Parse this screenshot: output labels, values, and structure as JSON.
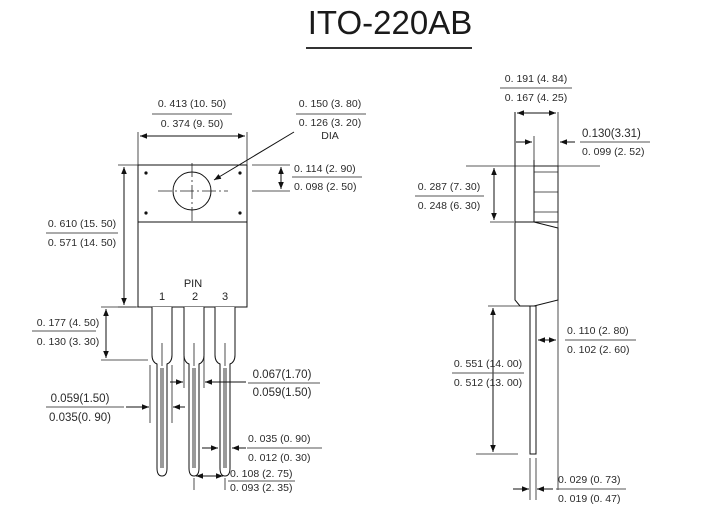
{
  "title": "ITO-220AB",
  "front_view": {
    "pin_label": "PIN",
    "pins": [
      "1",
      "2",
      "3"
    ],
    "dims": {
      "body_width": {
        "max": "0. 413 (10. 50)",
        "min": "0. 374 (9. 50)"
      },
      "hole_dia": {
        "max": "0. 150 (3. 80)",
        "min": "0. 126 (3. 20)",
        "note": "DIA"
      },
      "hole_offset": {
        "max": "0. 114 (2. 90)",
        "min": "0. 098 (2. 50)"
      },
      "body_height": {
        "max": "0. 610 (15. 50)",
        "min": "0. 571 (14. 50)"
      },
      "lead_shoulder": {
        "max": "0. 177 (4. 50)",
        "min": "0. 130 (3. 30)"
      },
      "lead_width_wide": {
        "max": "0.059(1.50)",
        "min": "0.035(0. 90)"
      },
      "lead_width_pitch": {
        "max": "0.067(1.70)",
        "min": "0.059(1.50)"
      },
      "lead_width": {
        "max": "0. 035 (0. 90)",
        "min": "0. 012 (0. 30)"
      },
      "lead_pitch": {
        "max": "0. 108 (2. 75)",
        "min": "0. 093 (2. 35)"
      }
    }
  },
  "side_view": {
    "dims": {
      "thickness": {
        "max": "0. 191 (4. 84)",
        "min": "0. 167 (4. 25)"
      },
      "tab_thickness": {
        "max": "0.130(3.31)",
        "min": "0. 099 (2. 52)"
      },
      "tab_height": {
        "max": "0. 287 (7. 30)",
        "min": "0. 248 (6. 30)"
      },
      "lead_offset": {
        "max": "0. 110 (2. 80)",
        "min": "0. 102 (2. 60)"
      },
      "lead_length": {
        "max": "0. 551 (14. 00)",
        "min": "0. 512 (13. 00)"
      },
      "lead_thickness": {
        "max": "0. 029 (0. 73)",
        "min": "0. 019 (0. 47)"
      }
    }
  }
}
